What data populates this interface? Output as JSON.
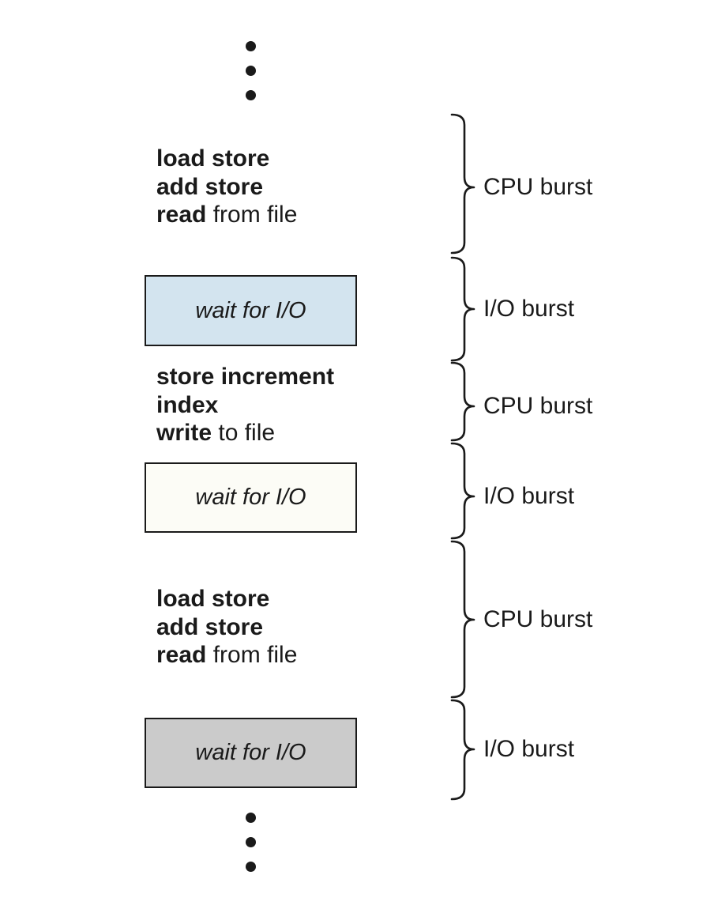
{
  "diagram": {
    "description": "Alternating sequence of CPU and I/O bursts",
    "colors": {
      "ink": "#1a1a1a",
      "background": "#ffffff"
    },
    "ellipsis_top_dots": 3,
    "ellipsis_bottom_dots": 3,
    "code_blocks": [
      {
        "lines": [
          {
            "bold": "load store",
            "rest": ""
          },
          {
            "bold": "add store",
            "rest": ""
          },
          {
            "bold": "read",
            "rest": " from file"
          }
        ]
      },
      {
        "lines": [
          {
            "bold": "store increment",
            "rest": ""
          },
          {
            "bold": "index",
            "rest": ""
          },
          {
            "bold": "write",
            "rest": " to file"
          }
        ]
      },
      {
        "lines": [
          {
            "bold": "load store",
            "rest": ""
          },
          {
            "bold": "add store",
            "rest": ""
          },
          {
            "bold": "read",
            "rest": " from file"
          }
        ]
      }
    ],
    "wait_boxes": [
      {
        "label": "wait for I/O",
        "fill": "#d3e4ef"
      },
      {
        "label": "wait for I/O",
        "fill": "#fcfcf6"
      },
      {
        "label": "wait for I/O",
        "fill": "#cbcbcb"
      }
    ],
    "burst_labels": [
      {
        "label": "CPU burst"
      },
      {
        "label": "I/O burst"
      },
      {
        "label": "CPU burst"
      },
      {
        "label": "I/O burst"
      },
      {
        "label": "CPU burst"
      },
      {
        "label": "I/O burst"
      }
    ]
  }
}
